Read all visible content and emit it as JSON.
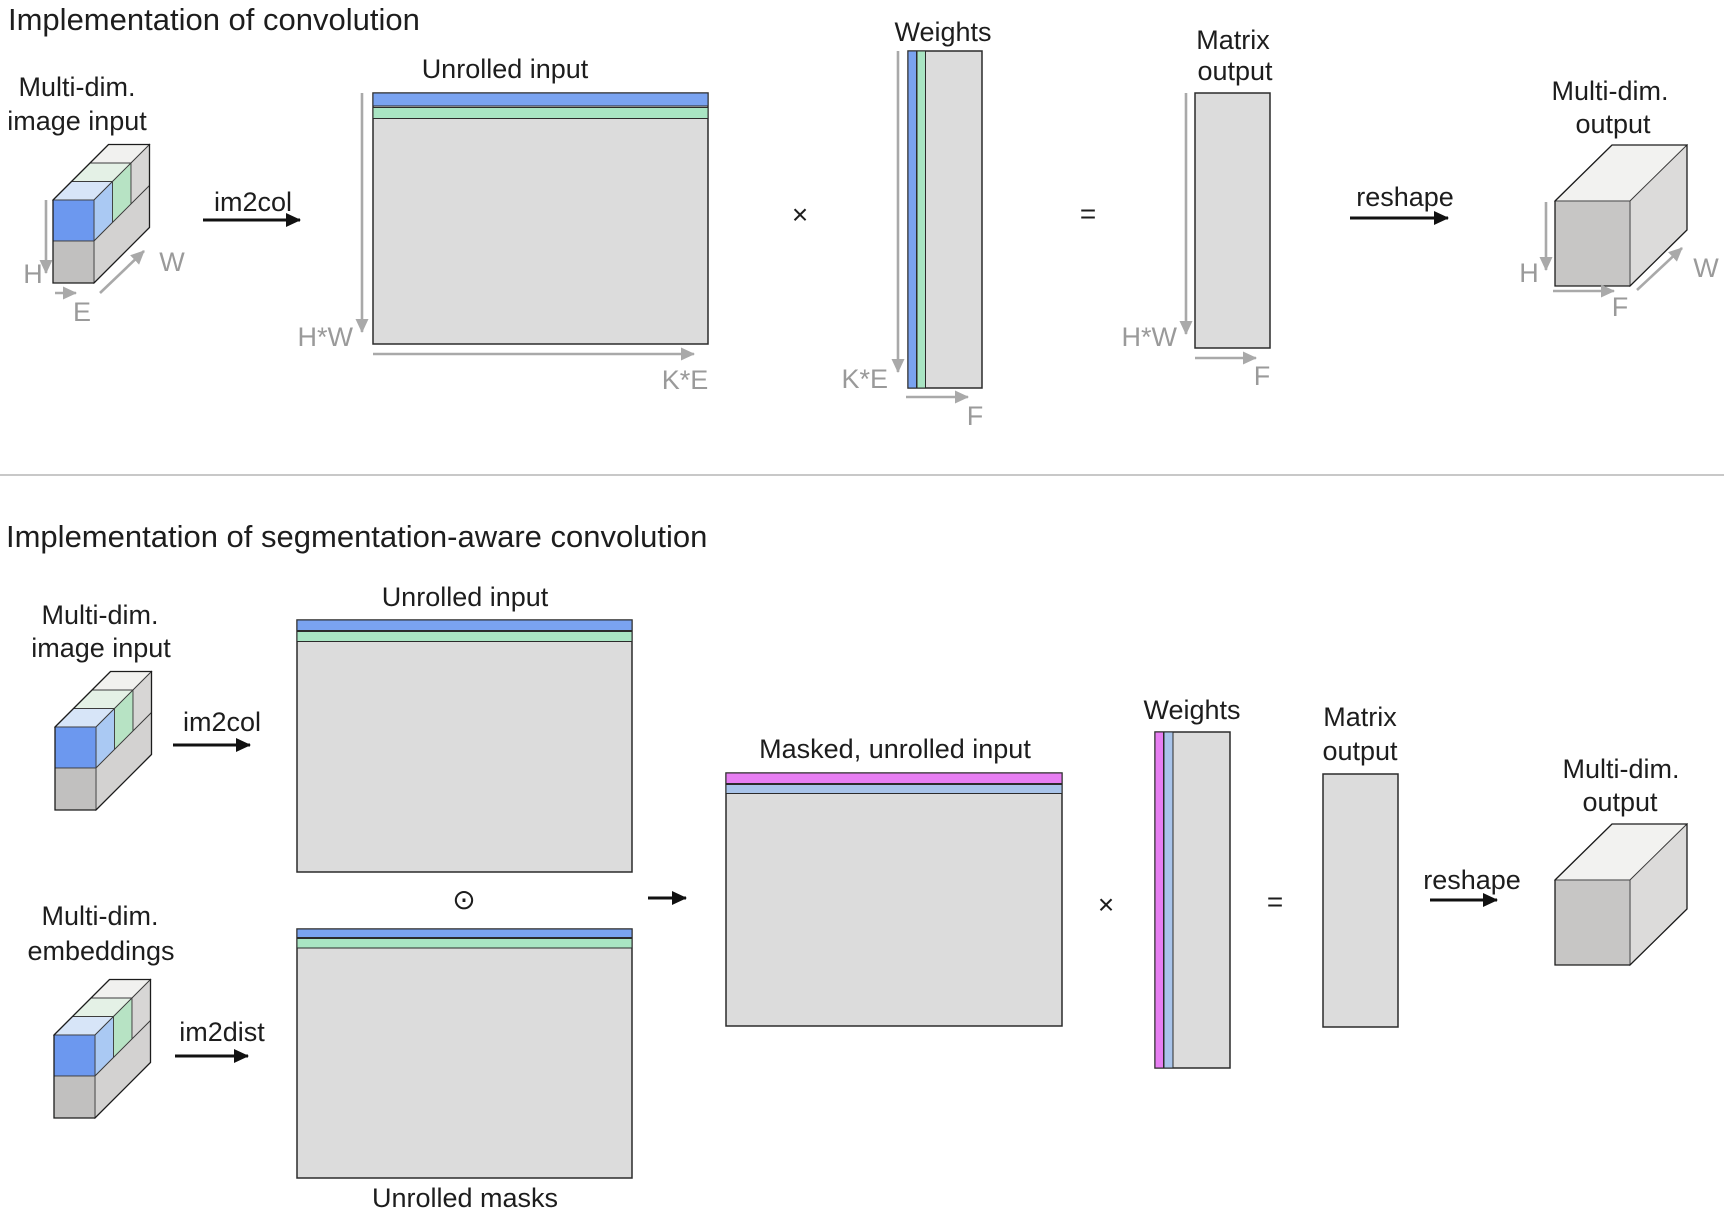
{
  "colors": {
    "row_blue": "#7aa3f0",
    "row_green": "#a9e5c3",
    "row_magenta": "#e77ef2",
    "row_periwinkle": "#a9c4ea",
    "matrix_gray": "#dcdcdc",
    "cube_front_blue": "#6c98ef",
    "cube_front_gray": "#c1c0bf",
    "cube_top_lightblue": "#d7e5f8",
    "cube_top_palegreen": "#e4f1e6",
    "cube_top_white": "#f1f1ef",
    "cube_side_blue": "#aac9f3",
    "cube_side_green": "#b7e3c4",
    "cube_side_gray": "#d7d6d5",
    "cube_side_gray2": "#d3d2d1",
    "out_cube_front": "#c7c6c5",
    "out_cube_top": "#f2f2f0",
    "out_cube_side": "#dcdbda",
    "axis_gray": "#a9a9a9",
    "text_dark": "#1d1d1d",
    "text_gray": "#9a9a9a"
  },
  "s1": {
    "title": "Implementation of convolution",
    "input_label": [
      "Multi-dim.",
      "image input"
    ],
    "cube_h": "H",
    "cube_e": "E",
    "cube_w": "W",
    "im2col": "im2col",
    "unrolled_input": "Unrolled input",
    "hw": "H*W",
    "ke": "K*E",
    "times": "×",
    "weights": "Weights",
    "weights_ke": "K*E",
    "weights_f": "F",
    "equals": "=",
    "matrix_output": [
      "Matrix",
      "output"
    ],
    "mo_hw": "H*W",
    "mo_f": "F",
    "reshape": "reshape",
    "output_label": [
      "Multi-dim.",
      "output"
    ],
    "out_h": "H",
    "out_f": "F",
    "out_w": "W"
  },
  "s2": {
    "title": "Implementation of segmentation-aware convolution",
    "input_label": [
      "Multi-dim.",
      "image input"
    ],
    "im2col": "im2col",
    "unrolled_input": "Unrolled input",
    "odot": "⊙",
    "embeddings_label": [
      "Multi-dim.",
      "embeddings"
    ],
    "im2dist": "im2dist",
    "unrolled_masks": "Unrolled masks",
    "masked_input": "Masked, unrolled input",
    "times": "×",
    "weights": "Weights",
    "equals": "=",
    "matrix_output": [
      "Matrix",
      "output"
    ],
    "reshape": "reshape",
    "output_label": [
      "Multi-dim.",
      "output"
    ]
  }
}
